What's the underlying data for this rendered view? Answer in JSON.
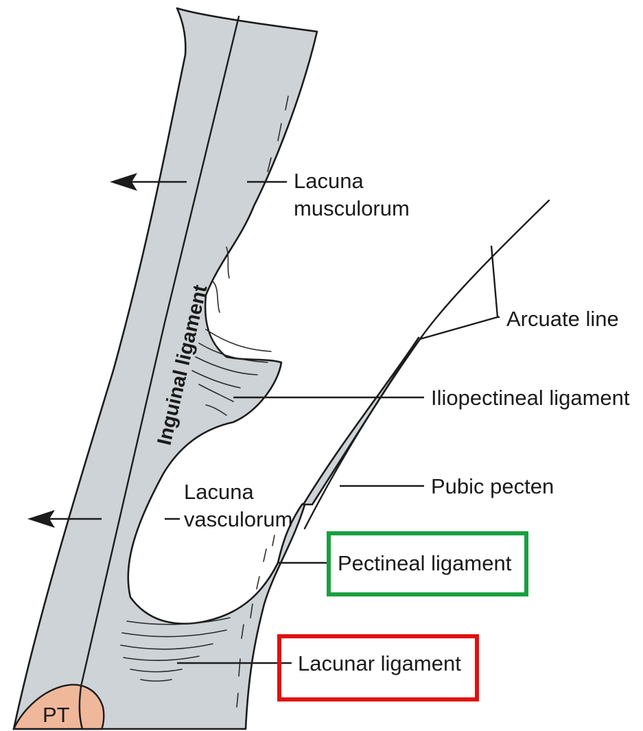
{
  "labels": {
    "inguinal_ligament": "Inguinal ligament",
    "lacuna_musculorum": [
      "Lacuna",
      "musculorum"
    ],
    "arcuate_line": "Arcuate line",
    "iliopectineal_ligament": "Iliopectineal ligament",
    "pubic_pecten": "Pubic pecten",
    "lacuna_vasculorum": [
      "Lacuna",
      "vasculorum"
    ],
    "pectineal_ligament": "Pectineal ligament",
    "lacunar_ligament": "Lacunar ligament",
    "pubic_tubercle": "PT"
  },
  "highlight_boxes": {
    "pectineal_ligament_color": "#18a040",
    "lacunar_ligament_color": "#e01010"
  },
  "colors": {
    "ligament_fill": "#cdd3d6",
    "pubic_tubercle_fill": "#f0b89a"
  }
}
